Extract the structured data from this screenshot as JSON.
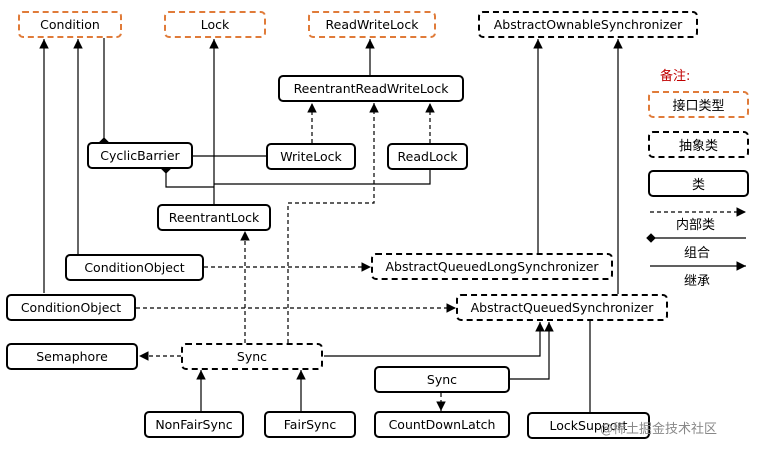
{
  "nodes": {
    "condition": "Condition",
    "lock": "Lock",
    "readwritelock": "ReadWriteLock",
    "aos": "AbstractOwnableSynchronizer",
    "rrwl": "ReentrantReadWriteLock",
    "cyclicbarrier": "CyclicBarrier",
    "writelock": "WriteLock",
    "readlock": "ReadLock",
    "reentrantlock": "ReentrantLock",
    "conditionobject_long": "ConditionObject",
    "aqls": "AbstractQueuedLongSynchronizer",
    "conditionobject": "ConditionObject",
    "aqs": "AbstractQueuedSynchronizer",
    "semaphore": "Semaphore",
    "sync_sem": "Sync",
    "sync_cdl": "Sync",
    "nonfairsync": "NonFairSync",
    "fairsync": "FairSync",
    "countdownlatch": "CountDownLatch",
    "locksupport": "LockSupport"
  },
  "legend": {
    "title": "备注:",
    "interface": "接口类型",
    "abstract": "抽象类",
    "class": "类",
    "inner": "内部类",
    "composition": "组合",
    "inheritance": "继承"
  },
  "watermark": "@稀土掘金技术社区",
  "colors": {
    "interface_border": "#e07b39",
    "legend_title": "#c00000"
  }
}
